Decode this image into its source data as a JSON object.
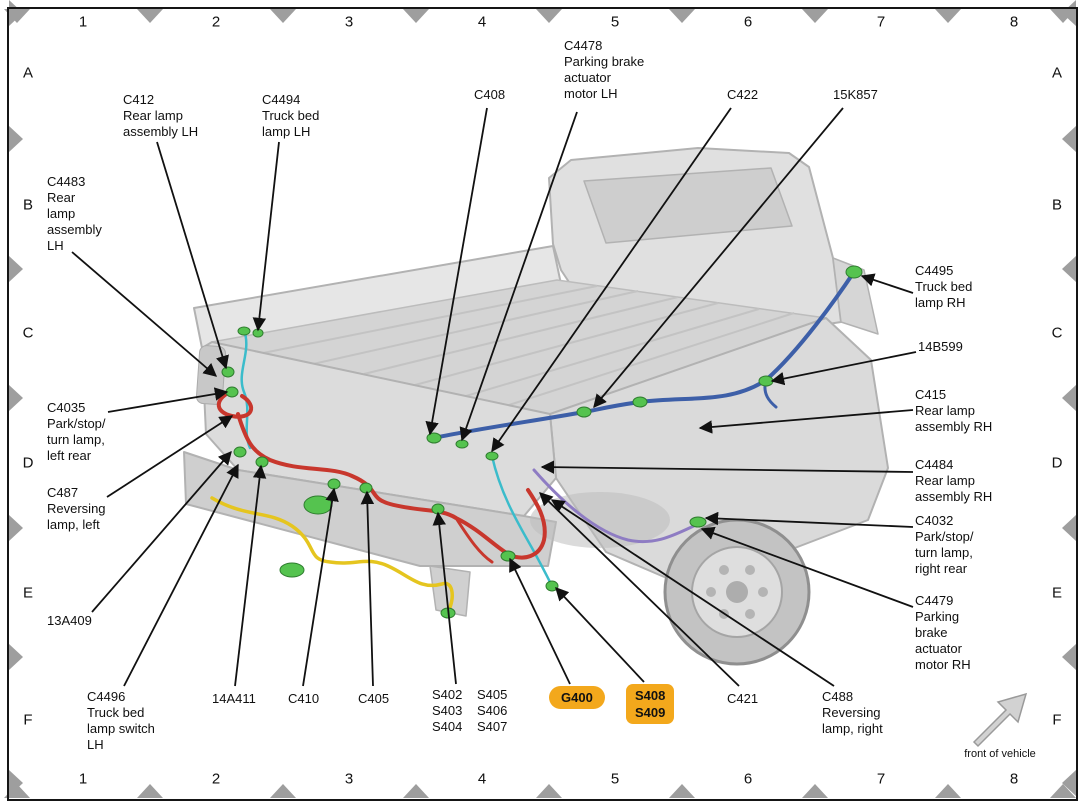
{
  "page": {
    "front_of_vehicle_label": "front of vehicle"
  },
  "grid": {
    "columns": [
      "1",
      "2",
      "3",
      "4",
      "5",
      "6",
      "7",
      "8"
    ],
    "rows": [
      "A",
      "B",
      "C",
      "D",
      "E",
      "F"
    ]
  },
  "callouts": [
    {
      "id": "C412",
      "text": "C412\nRear lamp\nassembly LH"
    },
    {
      "id": "C4494",
      "text": "C4494\nTruck bed\nlamp LH"
    },
    {
      "id": "C408",
      "text": "C408"
    },
    {
      "id": "C4478",
      "text": "C4478\nParking brake\nactuator\nmotor LH"
    },
    {
      "id": "C422",
      "text": "C422"
    },
    {
      "id": "15K857",
      "text": "15K857"
    },
    {
      "id": "C4483",
      "text": "C4483\nRear\nlamp\nassembly\nLH"
    },
    {
      "id": "C4495",
      "text": "C4495\nTruck bed\nlamp RH"
    },
    {
      "id": "14B599",
      "text": "14B599"
    },
    {
      "id": "C415",
      "text": "C415\nRear lamp\nassembly RH"
    },
    {
      "id": "C4484",
      "text": "C4484\nRear lamp\nassembly RH"
    },
    {
      "id": "C4032",
      "text": "C4032\nPark/stop/\nturn lamp,\nright rear"
    },
    {
      "id": "C4479",
      "text": "C4479\nParking\nbrake\nactuator\nmotor RH"
    },
    {
      "id": "C4035",
      "text": "C4035\nPark/stop/\nturn lamp,\nleft rear"
    },
    {
      "id": "C487",
      "text": "C487\nReversing\nlamp, left"
    },
    {
      "id": "13A409",
      "text": "13A409"
    },
    {
      "id": "C4496",
      "text": "C4496\nTruck bed\nlamp switch\nLH"
    },
    {
      "id": "14A411",
      "text": "14A411"
    },
    {
      "id": "C410",
      "text": "C410"
    },
    {
      "id": "C405",
      "text": "C405"
    },
    {
      "id": "S402-S404",
      "text": "S402\nS403\nS404"
    },
    {
      "id": "S405-S407",
      "text": "S405\nS406\nS407"
    },
    {
      "id": "C421",
      "text": "C421"
    },
    {
      "id": "C488",
      "text": "C488\nReversing\nlamp, right"
    }
  ],
  "highlights": [
    {
      "id": "G400",
      "text": "G400"
    },
    {
      "id": "S408-S409",
      "text": "S408\nS409"
    }
  ],
  "colors": {
    "highlight": "#F3A81C",
    "wire_red": "#C8372D",
    "wire_blue": "#3D5FA8",
    "wire_cyan": "#3BBCCB",
    "wire_yellow": "#E5C51F",
    "wire_purple": "#8E7CC3",
    "connector_green": "#55C34F",
    "grid_marker_gray": "#9E9E9E"
  }
}
